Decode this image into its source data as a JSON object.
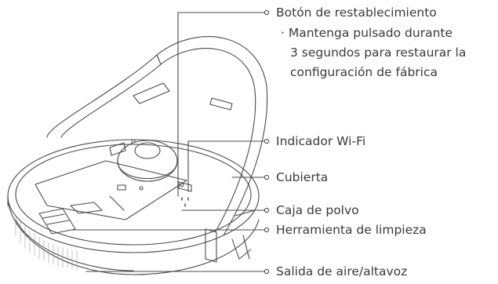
{
  "labels": {
    "reset_button": {
      "title": "Botón de restablecimiento",
      "note_line1": "· Mantenga pulsado durante",
      "note_line2": "3 segundos para restaurar la",
      "note_line3": "configuración de fábrica"
    },
    "wifi_indicator": "Indicador Wi-Fi",
    "cover": "Cubierta",
    "dust_box": "Caja de polvo",
    "cleaning_tool": "Herramienta de limpieza",
    "air_outlet_speaker": "Salida de aire/altavoz"
  },
  "colors": {
    "line": "#4a4a4a",
    "text": "#3a3a3a",
    "background": "#ffffff"
  }
}
